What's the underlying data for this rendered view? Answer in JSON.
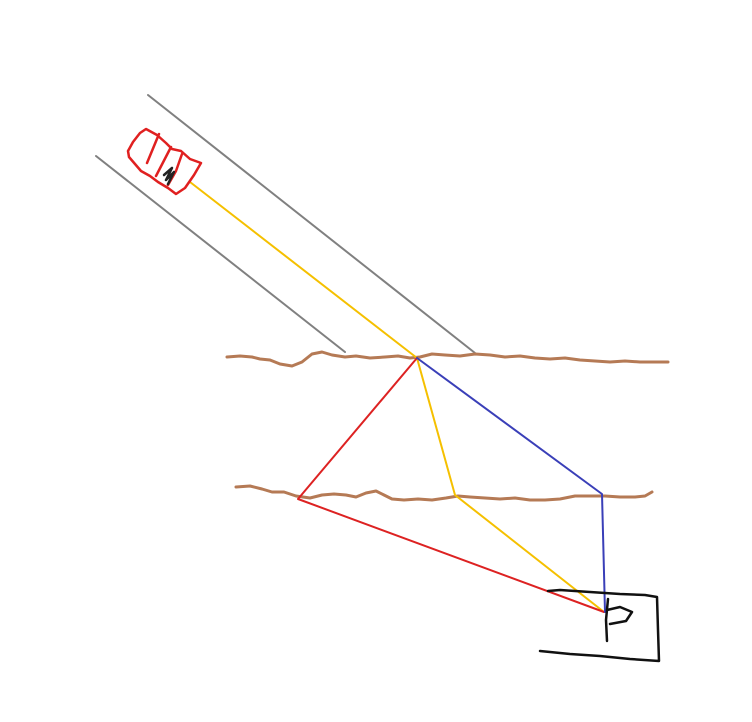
{
  "colors": {
    "background": "#ffffff",
    "corridor": "#808080",
    "layer": "#b57a55",
    "car": "#e02020",
    "ray_direct": "#f5c000",
    "ray_left": "#dd2222",
    "ray_right": "#3a3fb8",
    "receiver": "#111111"
  },
  "items": {
    "corridor": "corridor-lines",
    "layer_top": "upper-brown-layer",
    "layer_bottom": "lower-brown-layer",
    "car": "car-icon",
    "receiver": "parking-sign-icon",
    "ray_direct": "yellow-path",
    "ray_left": "red-path",
    "ray_right": "blue-path"
  }
}
